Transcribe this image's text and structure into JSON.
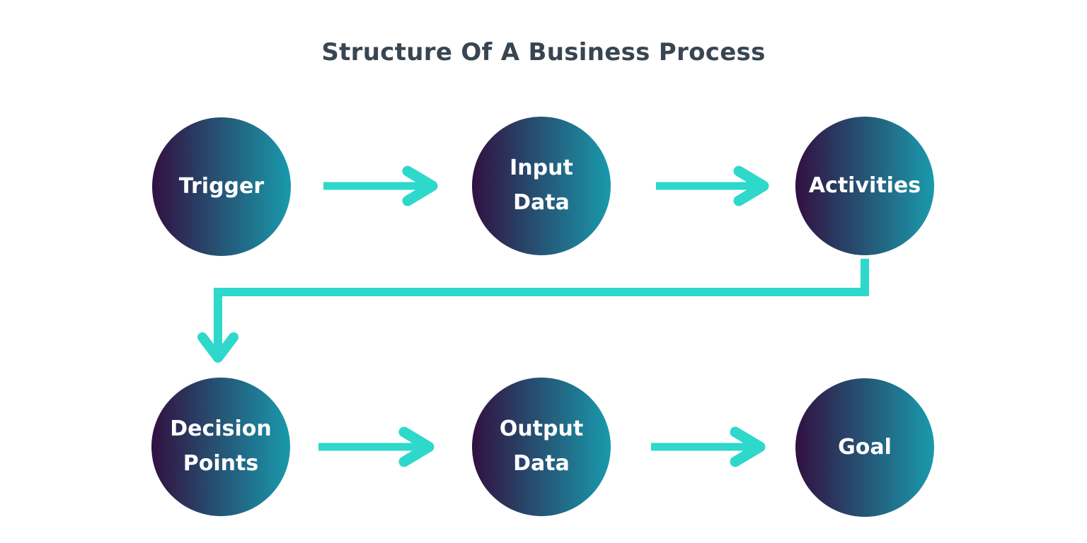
{
  "title": "Structure Of A Business Process",
  "colors": {
    "background": "#ffffff",
    "title_text": "#394551",
    "arrow": "#2ed8ca",
    "node_gradient_start": "#321040",
    "node_gradient_end": "#199aac",
    "node_label_text": "#ffffff"
  },
  "diagram": {
    "type": "flowchart",
    "nodes": [
      {
        "id": "trigger",
        "label": "Trigger"
      },
      {
        "id": "input-data",
        "label": "Input Data"
      },
      {
        "id": "activities",
        "label": "Activities"
      },
      {
        "id": "decision-points",
        "label": "Decision Points"
      },
      {
        "id": "output-data",
        "label": "Output Data"
      },
      {
        "id": "goal",
        "label": "Goal"
      }
    ],
    "connections": [
      {
        "from": "Trigger",
        "to": "Input Data"
      },
      {
        "from": "Input Data",
        "to": "Activities"
      },
      {
        "from": "Activities",
        "to": "Decision Points"
      },
      {
        "from": "Decision Points",
        "to": "Output Data"
      },
      {
        "from": "Output Data",
        "to": "Goal"
      }
    ]
  }
}
